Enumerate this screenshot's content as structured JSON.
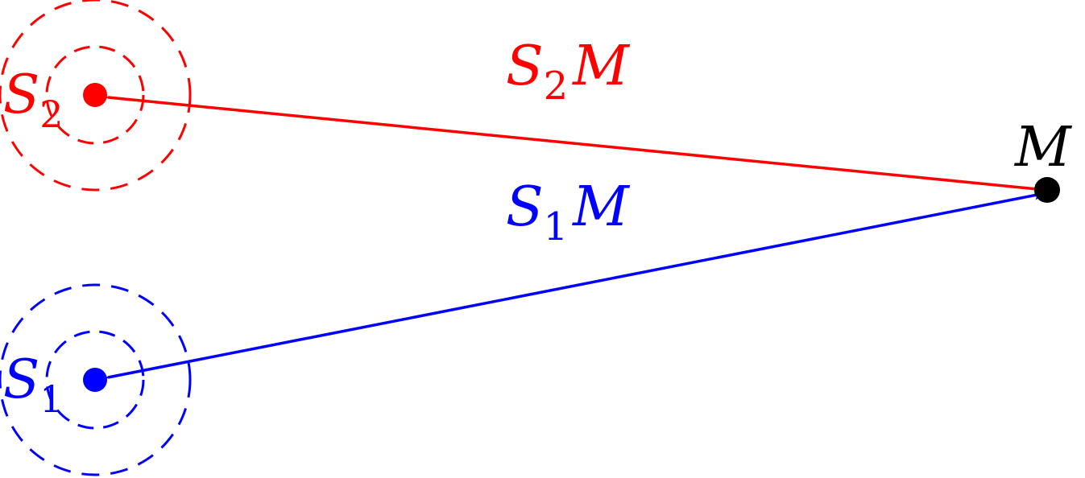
{
  "colors": {
    "source_2": "#ff0000",
    "source_1": "#0000ff",
    "point_m": "#000000",
    "background": "#ffffff"
  },
  "labels": {
    "s2": {
      "letter": "S",
      "subscript": "2"
    },
    "s1": {
      "letter": "S",
      "subscript": "1"
    },
    "m": "M",
    "s2m": {
      "letter": "S",
      "subscript": "2",
      "suffix": "M"
    },
    "s1m": {
      "letter": "S",
      "subscript": "1",
      "suffix": "M"
    }
  },
  "wavefronts": {
    "style": "dashed",
    "rings_per_source": 2
  }
}
